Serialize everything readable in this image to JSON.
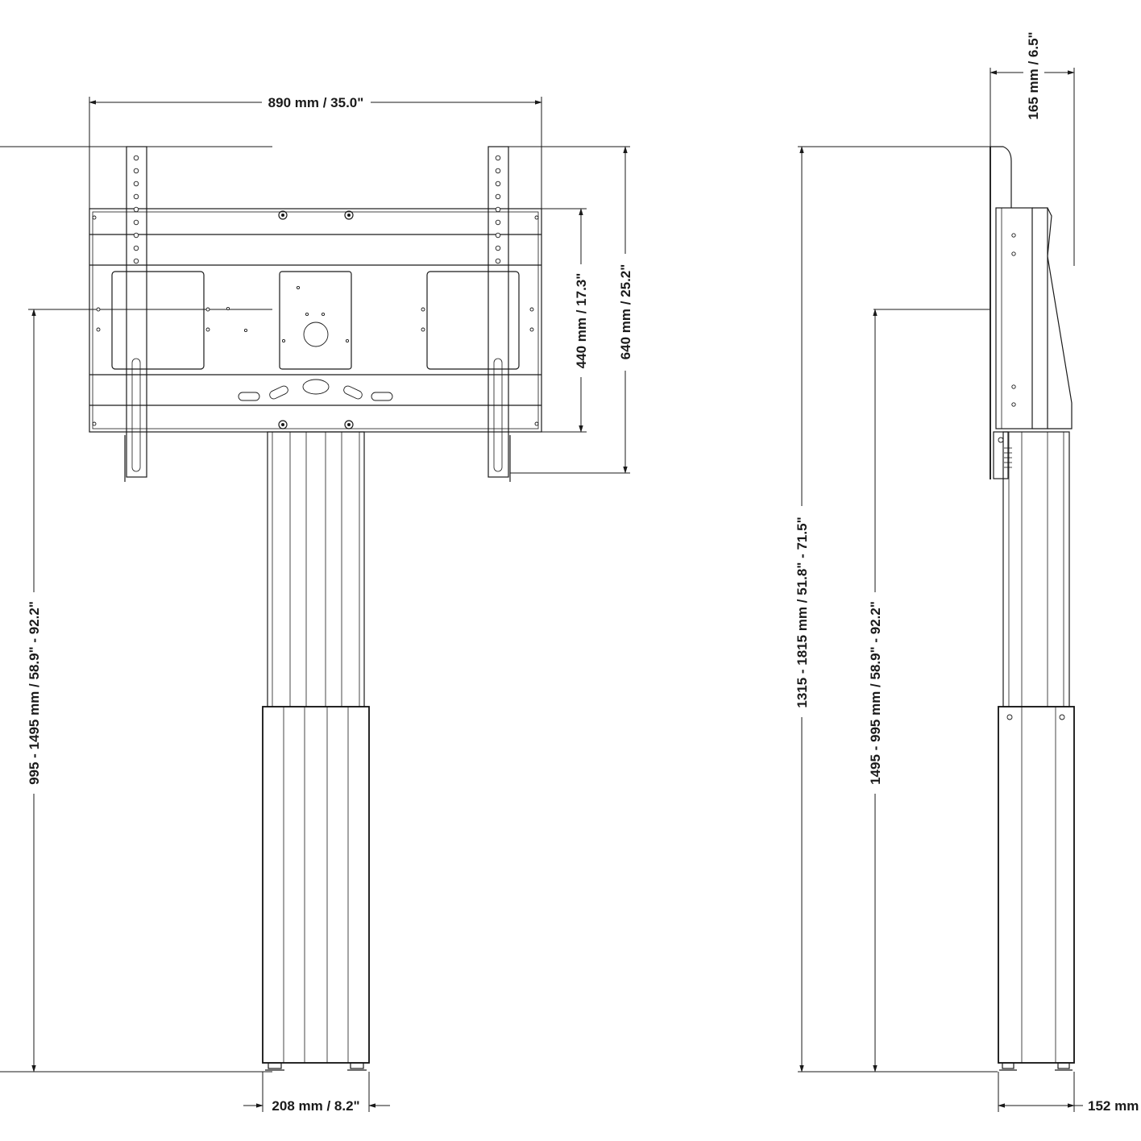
{
  "dimensions": {
    "front_width": "890 mm / 35.0\"",
    "front_hole_spacing": "440 mm / 17.3\"",
    "front_bracket_height": "640 mm / 25.2\"",
    "front_center_height": "995 - 1495 mm / 58.9\" - 92.2\"",
    "front_column_width": "208 mm / 8.2\"",
    "side_depth_top": "165 mm / 6.5\"",
    "side_total_height": "1315 - 1815 mm / 51.8\" - 71.5\"",
    "side_center_height": "1495 - 995 mm / 58.9\" - 92.2\"",
    "side_base_depth": "152 mm"
  },
  "colors": {
    "line": "#1a1a1a",
    "background": "#ffffff"
  }
}
